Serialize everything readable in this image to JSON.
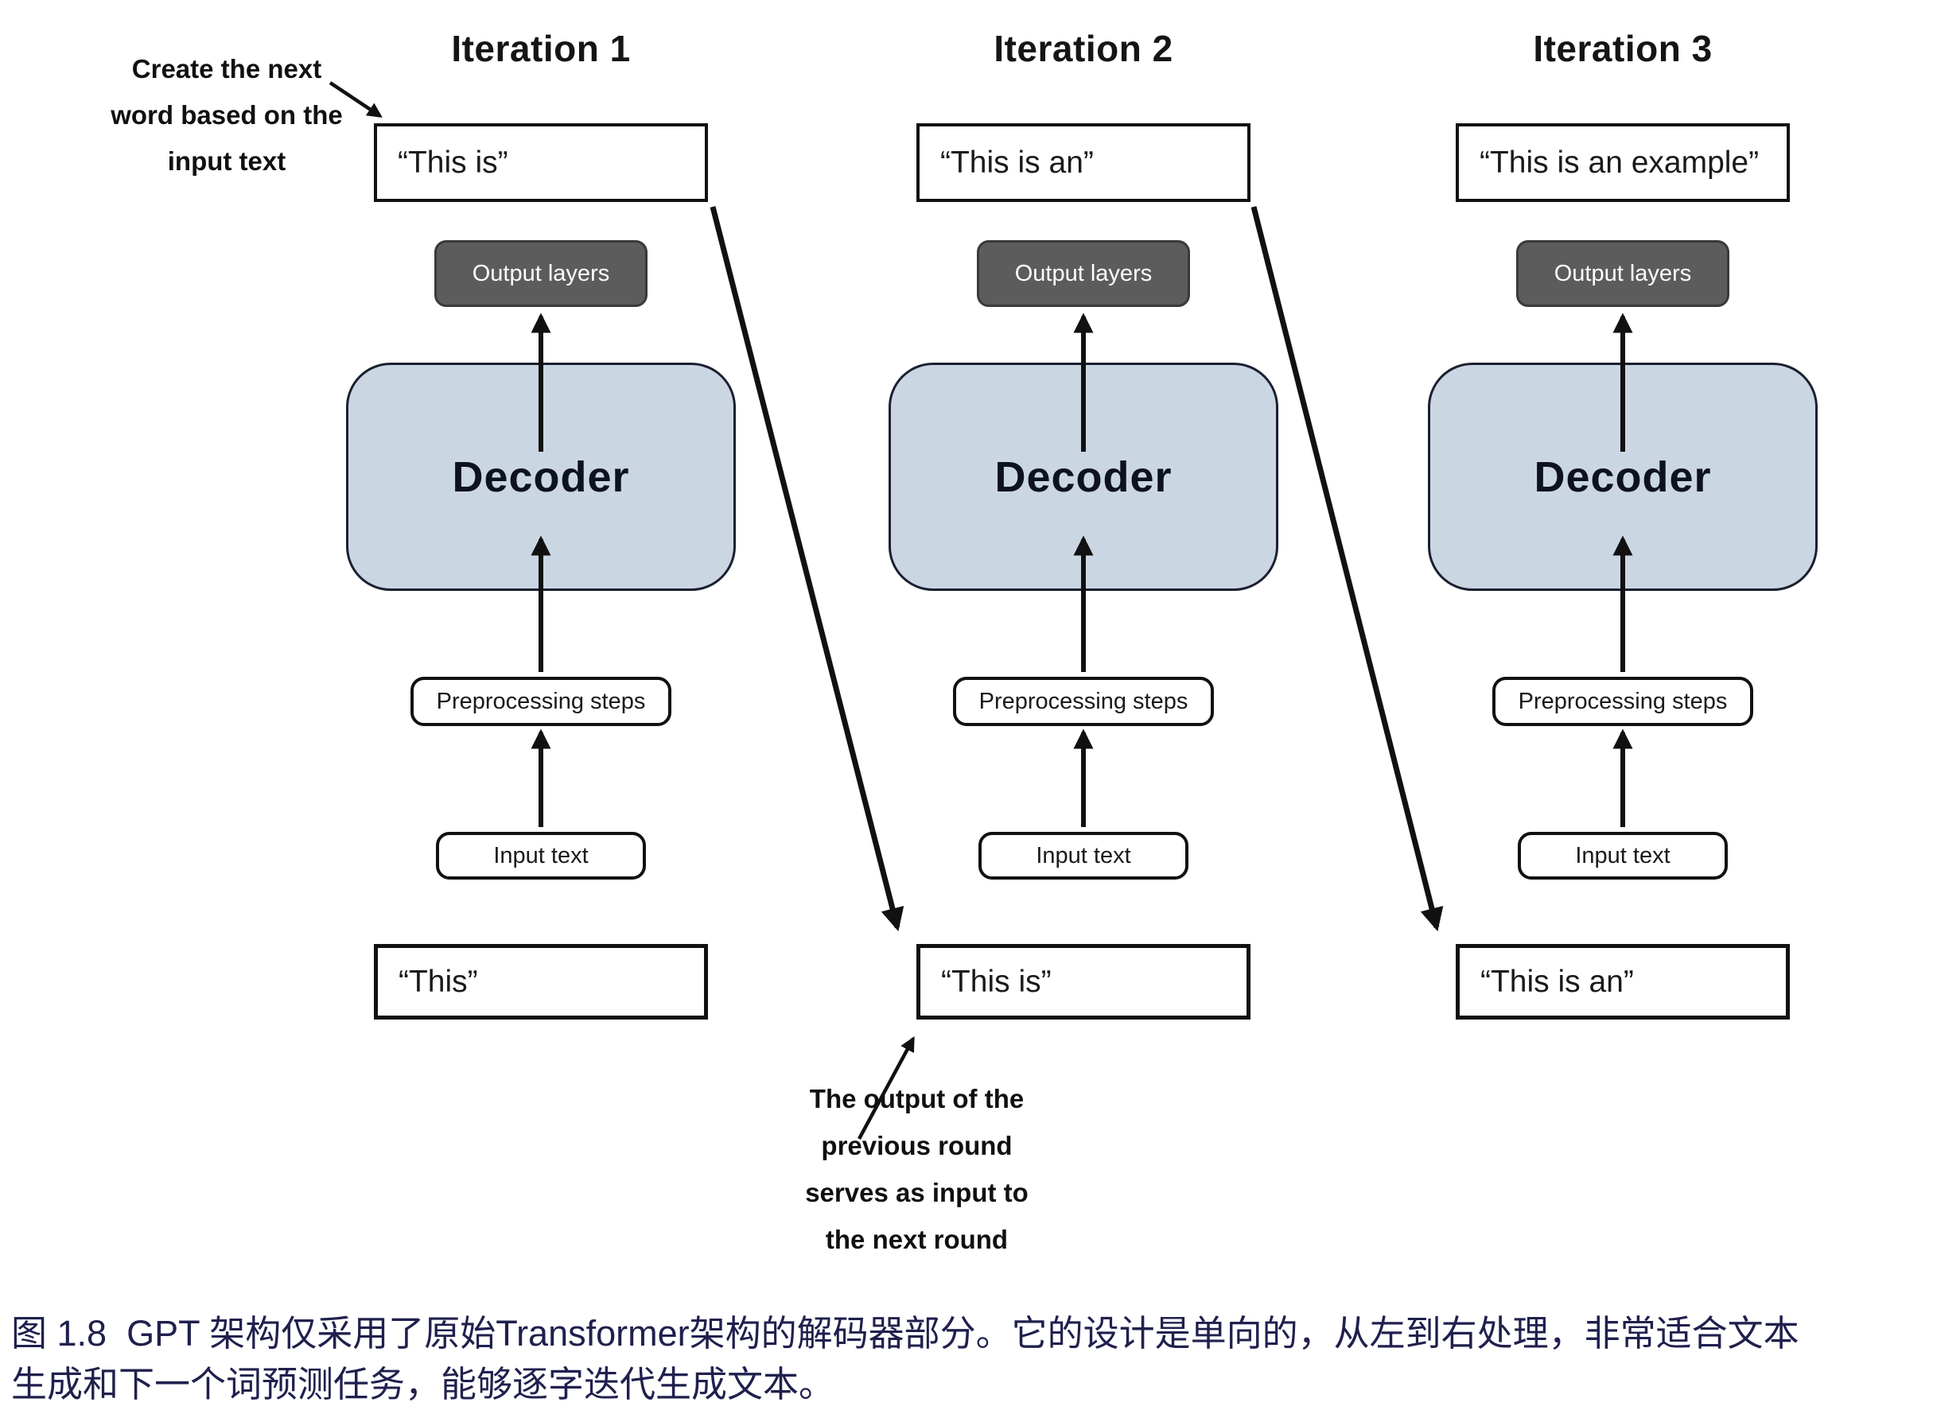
{
  "diagram": {
    "columns": [
      {
        "header": "Iteration 1",
        "generated_text": "“This is”",
        "output_layers_label": "Output layers",
        "decoder_label": "Decoder",
        "preprocessing_label": "Preprocessing steps",
        "input_label": "Input text",
        "input_text": "“This”"
      },
      {
        "header": "Iteration 2",
        "generated_text": "“This is an”",
        "output_layers_label": "Output layers",
        "decoder_label": "Decoder",
        "preprocessing_label": "Preprocessing steps",
        "input_label": "Input text",
        "input_text": "“This is”"
      },
      {
        "header": "Iteration 3",
        "generated_text": "“This is an example”",
        "output_layers_label": "Output layers",
        "decoder_label": "Decoder",
        "preprocessing_label": "Preprocessing steps",
        "input_label": "Input text",
        "input_text": "“This is an”"
      }
    ],
    "annotation_create_next": {
      "lines": [
        "Create the next",
        "word based on the",
        "input text"
      ]
    },
    "annotation_output_loop": {
      "lines": [
        "The output of the",
        "previous round",
        "serves as input to",
        "the next round"
      ]
    },
    "caption": {
      "line1": "图 1.8  GPT 架构仅采用了原始Transformer架构的解码器部分。它的设计是单向的，从左到右处理，非常适合文本",
      "line2": "生成和下一个词预测任务，能够逐字迭代生成文本。"
    },
    "colors": {
      "background": "#ffffff",
      "decoder_fill": "#cbd6e3",
      "decoder_border": "#1b2030",
      "output_layers_fill": "#5c5c5c",
      "output_layers_text": "#ffffff",
      "box_border": "#111111",
      "arrow": "#111111",
      "caption_text": "#20204e"
    }
  }
}
